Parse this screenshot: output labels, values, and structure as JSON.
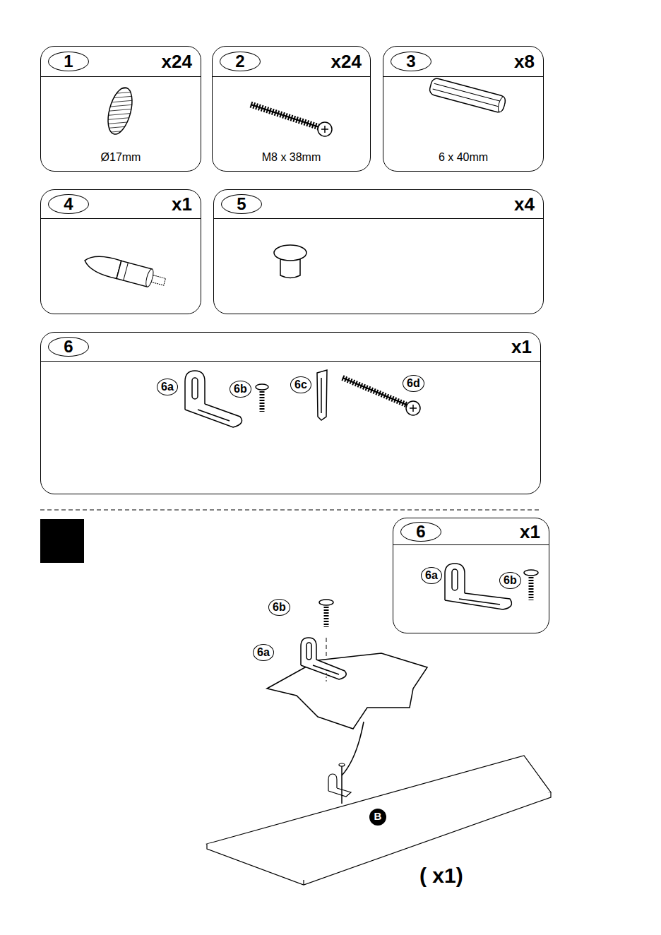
{
  "diagram": {
    "nodes": [
      {
        "text": [
          "1",
          "x24",
          "Ø17mm"
        ]
      },
      {
        "text": [
          "2",
          "x24",
          "M8 x 38mm"
        ]
      },
      {
        "text": [
          "3",
          "x8",
          "6 x 40mm"
        ]
      },
      {
        "text": [
          "4",
          "x1"
        ]
      },
      {
        "text": [
          "5",
          "x4"
        ]
      },
      {
        "text": [
          "6",
          "x1"
        ]
      },
      {
        "text": [
          "6",
          "x1"
        ]
      }
    ],
    "labels": [
      "6a",
      "6b",
      "6c",
      "6d",
      "6a",
      "6b",
      "6b",
      "6a",
      "B",
      "( x1)"
    ]
  }
}
